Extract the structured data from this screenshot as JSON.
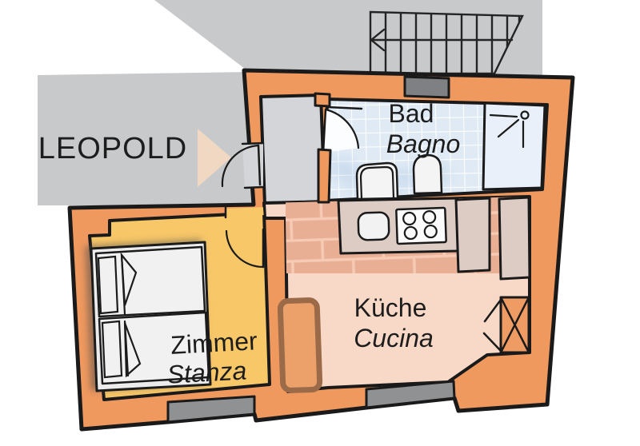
{
  "plan": {
    "building_label": "LEOPOLD",
    "rooms": {
      "bathroom": {
        "name_de": "Bad",
        "name_it": "Bagno"
      },
      "kitchen": {
        "name_de": "Küche",
        "name_it": "Cucina"
      },
      "bedroom": {
        "name_de": "Zimmer",
        "name_it": "Stanza"
      }
    },
    "symbols": {
      "staircase": "staircase-with-down-arrow",
      "entrance": "entrance-arrow",
      "doors": [
        "entrance-door",
        "bathroom-door",
        "bedroom-door"
      ],
      "bathroom_fixtures": [
        "toilet",
        "bidet",
        "shower"
      ],
      "kitchen_fixtures": [
        "sink",
        "stove-4-burners",
        "counter",
        "tall-cabinets",
        "flue-shaft",
        "bench-sofa"
      ],
      "bedroom_fixtures": [
        "double-bed"
      ],
      "windows": [
        "bathroom-window",
        "bedroom-window",
        "kitchen-window"
      ]
    },
    "colors": {
      "outside_gray": "#c7c9cb",
      "hall_gray": "#d3d5d8",
      "wall_orange": "#f0995f",
      "wall_outline": "#1a1a1a",
      "bedroom_floor": "#f8c768",
      "kitchen_floor": "#f8d8c6",
      "bathroom_tile": "#dfeaf5",
      "shower_floor": "#e9f0f9",
      "counter_beige": "#ddccc4",
      "brick": "#e9af95",
      "window_gray": "#8f9193",
      "top_window_gray": "#7e8083",
      "flue_orange": "#ee9c63",
      "sofa_brown": "#9b6a48",
      "sofa_seat": "#eca06a",
      "entrance_arrow": "#f5d9c2"
    }
  }
}
